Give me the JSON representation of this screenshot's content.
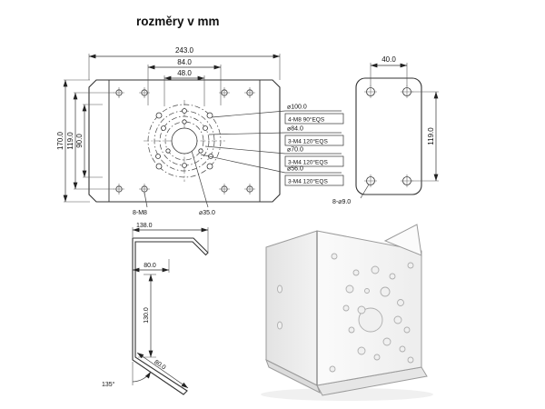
{
  "title": "rozměry v mm",
  "front_view": {
    "dim_width": "243.0",
    "dim_hole_span_outer": "84.0",
    "dim_hole_span_inner": "48.0",
    "dim_height": "170.0",
    "dim_hole_rows": "119.0",
    "dim_inner_height": "90.0",
    "annotations": [
      {
        "dia": "⌀100.0",
        "spec": "4-M8 90°EQS"
      },
      {
        "dia": "⌀84.0",
        "spec": "3-M4 120°EQS"
      },
      {
        "dia": "⌀70.0",
        "spec": "3-M4 120°EQS"
      },
      {
        "dia": "⌀56.0",
        "spec": "3-M4 120°EQS"
      }
    ],
    "label_corner_holes": "8-M8",
    "label_center_hole": "⌀35.0"
  },
  "side_view": {
    "dim_hole_span": "40.0",
    "dim_hole_height": "119.0",
    "label_holes": "8-⌀9.0"
  },
  "profile_view": {
    "dim_top_width": "138.0",
    "dim_top_depth": "80.0",
    "dim_height": "130.0",
    "dim_leg_length": "80.0",
    "angle": "135°"
  }
}
